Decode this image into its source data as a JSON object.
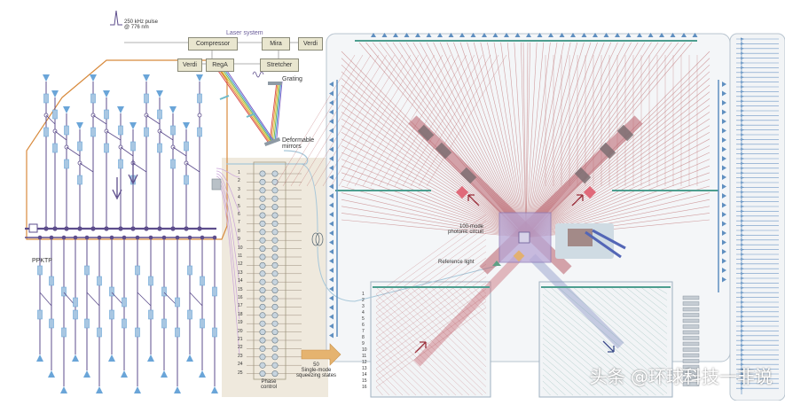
{
  "pulse_label": "250 kHz pulse\n@ 776 nm",
  "laser_system_label": "Laser system",
  "boxes": {
    "compressor": "Compressor",
    "mira": "Mira",
    "verdi_top": "Verdi",
    "verdi_left": "Verdi",
    "rega": "RegA",
    "stretcher": "Stretcher"
  },
  "grating_label": "Grating",
  "deformable_label": "Deformable\nmirrors",
  "ppktp_label": "PPKTP",
  "mode_numbers_left": [
    "1",
    "2",
    "3",
    "4",
    "5",
    "6",
    "7",
    "8",
    "9",
    "10",
    "11",
    "12",
    "13",
    "14",
    "15",
    "16",
    "17",
    "18",
    "19",
    "20",
    "21",
    "22",
    "23",
    "24",
    "25"
  ],
  "phase_control_label": "Phase\ncontrol",
  "squeezing_label": "50\nSingle-mode\nsqueezing states",
  "circuit_label": "100-mode\nphotonic circuit",
  "reference_label": "Reference light",
  "bottom_left_numbers": [
    "1",
    "2",
    "3",
    "4",
    "5",
    "6",
    "7",
    "8",
    "9",
    "10",
    "11",
    "12",
    "13",
    "14",
    "15",
    "16"
  ],
  "watermark": "头条 @环球科技一非说",
  "colors": {
    "purple": "#5d4d8c",
    "blue_node": "#6aa5d8",
    "red_line": "#b5575a",
    "teal": "#4d9e8f",
    "laser_orange": "#d88a3c",
    "panel_bg": "#f4f0e8"
  }
}
